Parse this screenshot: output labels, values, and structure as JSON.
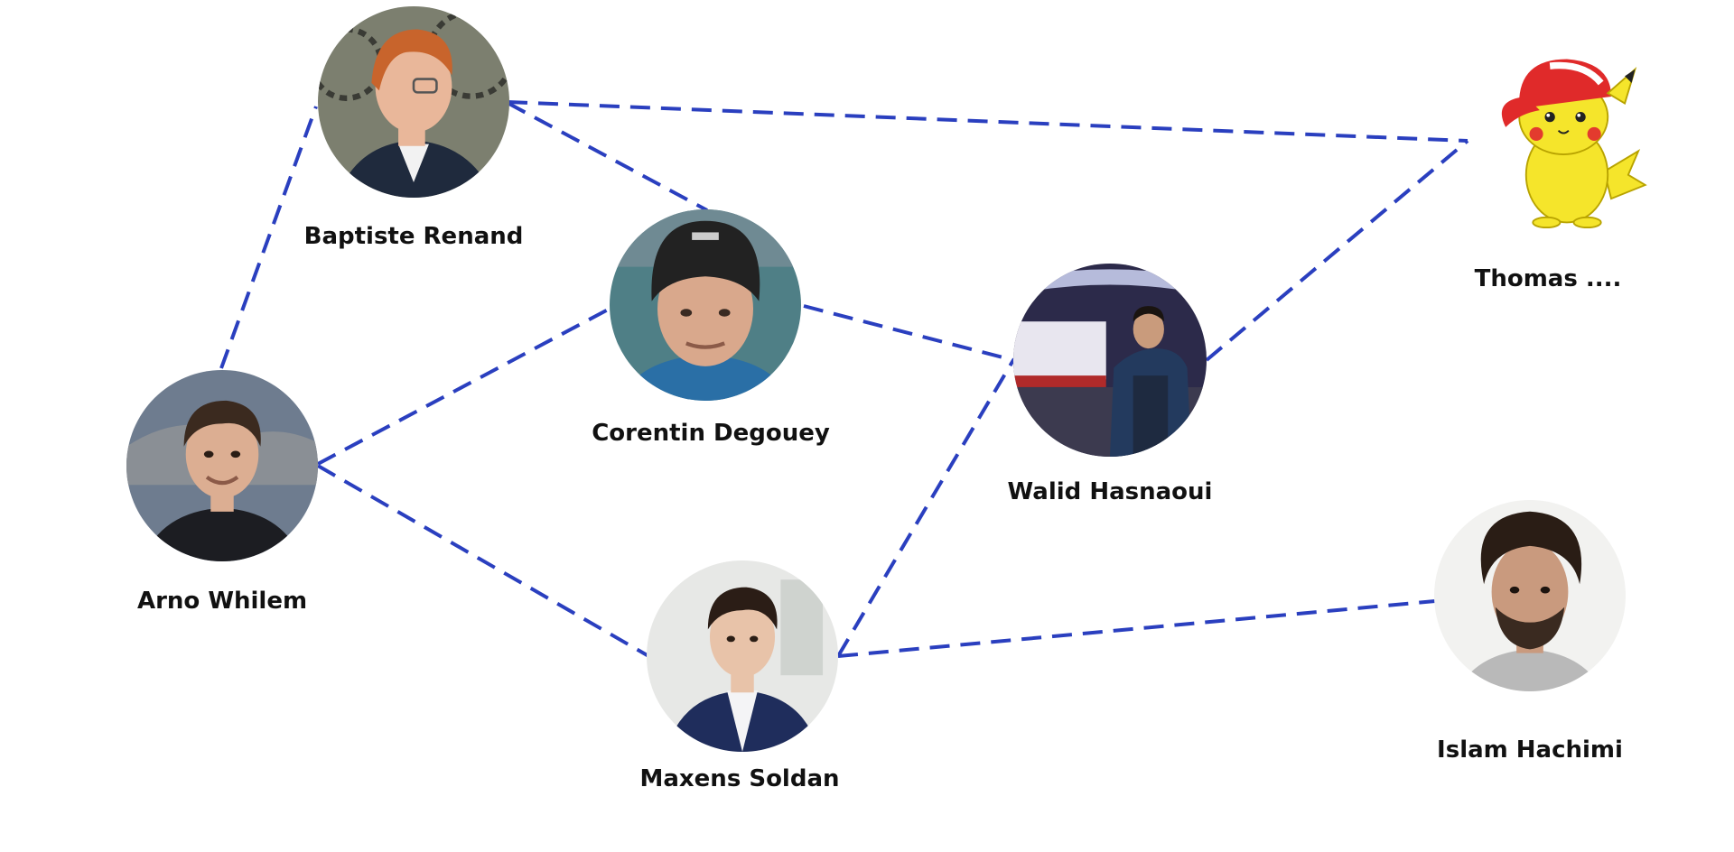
{
  "people": [
    {
      "id": "baptiste",
      "name": "Baptiste Renand",
      "avatar": "person-photo-icon",
      "colors": {
        "bg": "#7c7f6f",
        "skin": "#e9b79a",
        "hair": "#c8642c",
        "shirt": "#1f2a3d"
      }
    },
    {
      "id": "corentin",
      "name": "Corentin Degouey",
      "avatar": "person-photo-icon",
      "colors": {
        "bg": "#4f7f86",
        "skin": "#d9a88c",
        "hair": "#222222",
        "shirt": "#2a6fa6"
      }
    },
    {
      "id": "arno",
      "name": "Arno Whilem",
      "avatar": "person-photo-icon",
      "colors": {
        "bg": "#6e7c8f",
        "skin": "#dcae92",
        "hair": "#3b2a1f",
        "shirt": "#1c1d22"
      }
    },
    {
      "id": "maxens",
      "name": "Maxens Soldan",
      "avatar": "person-photo-icon",
      "colors": {
        "bg": "#e7e8e6",
        "skin": "#e8c3a9",
        "hair": "#2b1d16",
        "shirt": "#1f2d5c"
      }
    },
    {
      "id": "walid",
      "name": "Walid Hasnaoui",
      "avatar": "person-photo-icon",
      "colors": {
        "bg": "#2c2a4a",
        "skin": "#c99b7c",
        "hair": "#1a1410",
        "shirt": "#233a5e"
      }
    },
    {
      "id": "thomas",
      "name": "Thomas ....",
      "avatar": "pikachu-icon",
      "colors": {
        "body": "#f5e52b",
        "cap": "#e02a2a",
        "cheek": "#e33b2e"
      }
    },
    {
      "id": "islam",
      "name": "Islam Hachimi",
      "avatar": "person-photo-icon",
      "colors": {
        "bg": "#f2f2f0",
        "skin": "#c99a7e",
        "hair": "#2a1d15",
        "shirt": "#b9b9b9"
      }
    }
  ],
  "edges": [
    [
      "arno",
      "baptiste"
    ],
    [
      "baptiste",
      "corentin"
    ],
    [
      "baptiste",
      "thomas"
    ],
    [
      "arno",
      "corentin"
    ],
    [
      "arno",
      "maxens"
    ],
    [
      "corentin",
      "walid"
    ],
    [
      "maxens",
      "walid"
    ],
    [
      "walid",
      "thomas"
    ],
    [
      "maxens",
      "islam"
    ]
  ],
  "style": {
    "edge_color": "#2a3fbf"
  }
}
